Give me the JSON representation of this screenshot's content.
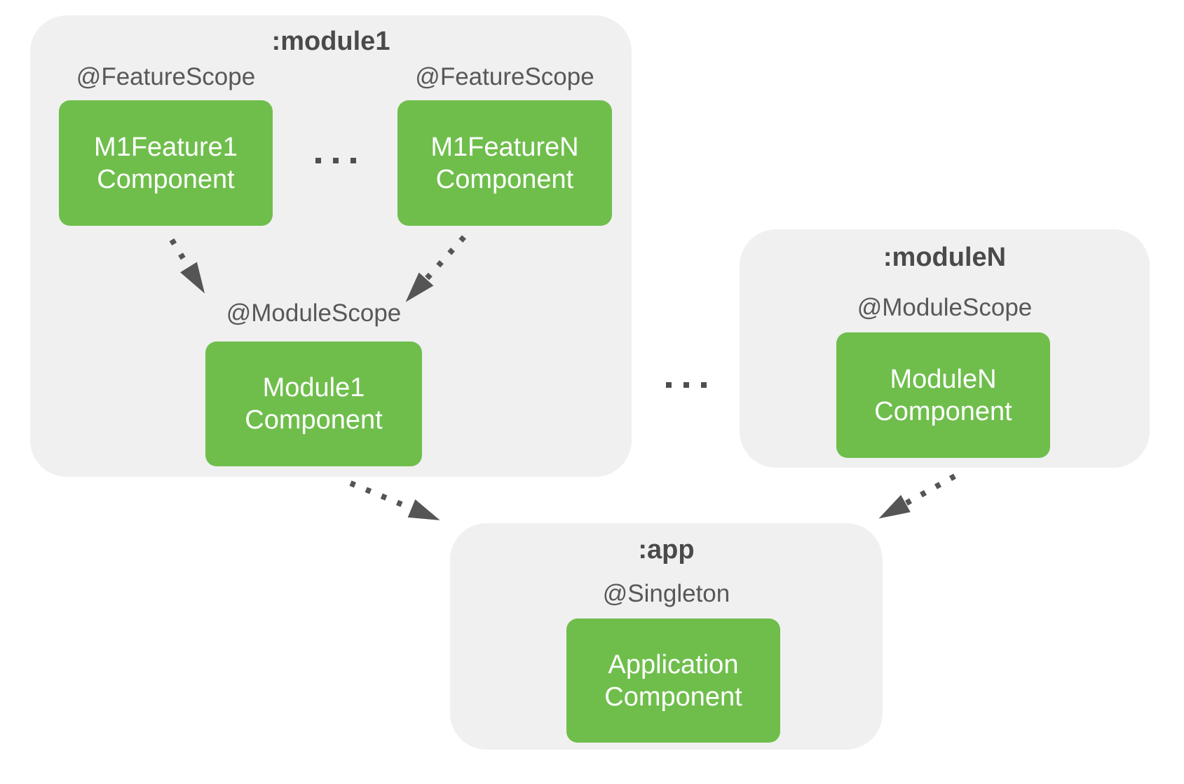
{
  "colors": {
    "canvas_bg": "#ffffff",
    "container_bg": "#f0f0f0",
    "component_green": "#6fbe4c",
    "component_text": "#ffffff",
    "title_text": "#4a4a4a",
    "label_text": "#585858",
    "arrow": "#555555"
  },
  "module1": {
    "title": ":module1",
    "feature1": {
      "scope": "@FeatureScope",
      "name": "M1Feature1\nComponent"
    },
    "featureN": {
      "scope": "@FeatureScope",
      "name": "M1FeatureN\nComponent"
    },
    "ellipsis": "...",
    "module_component": {
      "scope": "@ModuleScope",
      "name": "Module1\nComponent"
    }
  },
  "modules_ellipsis": "...",
  "moduleN": {
    "title": ":moduleN",
    "module_component": {
      "scope": "@ModuleScope",
      "name": "ModuleN\nComponent"
    }
  },
  "app": {
    "title": ":app",
    "component": {
      "scope": "@Singleton",
      "name": "Application\nComponent"
    }
  }
}
